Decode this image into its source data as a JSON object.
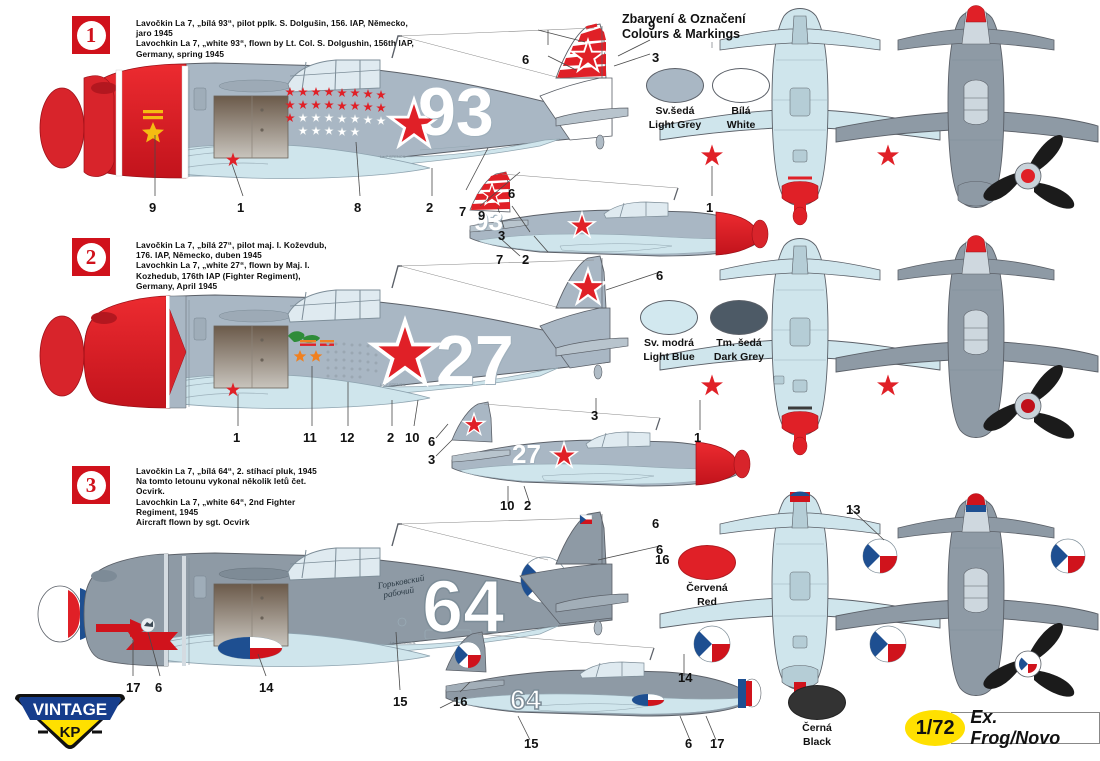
{
  "sheet": {
    "legend_header_cz": "Zbarvení & Označení",
    "legend_header_en": "Colours & Markings",
    "scale": "1/72",
    "origin": "Ex. Frog/Novo",
    "brand_top": "VINTAGE",
    "brand_bottom": "KP"
  },
  "variants": [
    {
      "index": "1",
      "caption_cz_1": "Lavočkin La 7, „bílá 93“, pilot pplk. S. Dolgušin, 156. IAP, Německo,",
      "caption_cz_2": "jaro 1945",
      "caption_en_1": "Lavochkin La 7, „white 93“, flown by Lt. Col. S. Dolgushin, 156th IAP,",
      "caption_en_2": "Germany, spring 1945",
      "aircraft_number": "93",
      "callouts": [
        "9",
        "1",
        "8",
        "2",
        "7",
        "9",
        "6",
        "3",
        "9",
        "7",
        "2",
        "3",
        "1"
      ]
    },
    {
      "index": "2",
      "caption_cz_1": "Lavočkin La 7, „bílá 27“, pilot maj. I. Koževdub,",
      "caption_cz_2": "176. IAP, Německo, duben 1945",
      "caption_en_1": "Lavochkin La 7, „white 27“, flown by Maj. I.",
      "caption_en_2": "Kozhedub, 176th IAP (Fighter Regiment),",
      "caption_en_3": "Germany, April 1945",
      "aircraft_number": "27",
      "callouts": [
        "1",
        "11",
        "12",
        "2",
        "10",
        "6",
        "3",
        "3",
        "6",
        "10",
        "2",
        "1"
      ]
    },
    {
      "index": "3",
      "caption_cz_1": "Lavočkin La 7, „bílá 64“, 2. stíhací pluk, 1945",
      "caption_cz_2": "Na tomto letounu vykonal několik letů čet.",
      "caption_cz_3": "Ocvirk.",
      "caption_en_1": "Lavochkin La 7, „white 64“, 2nd Fighter",
      "caption_en_2": "Regiment, 1945",
      "caption_en_3": "Aircraft flown by sgt. Ocvirk",
      "aircraft_number": "64",
      "nose_art": "Горьковский рабочий",
      "callouts": [
        "17",
        "6",
        "14",
        "15",
        "6",
        "16",
        "13",
        "14",
        "15",
        "16",
        "6",
        "17"
      ]
    }
  ],
  "colours": [
    {
      "id": "light-grey",
      "cz": "Sv.šedá",
      "en": "Light Grey",
      "hex": "#a9b7c4",
      "group": 1
    },
    {
      "id": "white",
      "cz": "Bílá",
      "en": "White",
      "hex": "#ffffff",
      "group": 1
    },
    {
      "id": "light-blue",
      "cz": "Sv. modrá",
      "en": "Light Blue",
      "hex": "#d2e8ef",
      "group": 2
    },
    {
      "id": "dark-grey",
      "cz": "Tm. šedá",
      "en": "Dark Grey",
      "hex": "#4d5a66",
      "group": 2
    },
    {
      "id": "red",
      "cz": "Červená",
      "en": "Red",
      "hex": "#e02027",
      "group": 3
    },
    {
      "id": "black",
      "cz": "Černá",
      "en": "Black",
      "hex": "#333333",
      "group": 3
    }
  ],
  "palette": {
    "light_grey": "#a9b7c4",
    "mid_grey": "#8e9aa5",
    "dark_grey": "#4d5a66",
    "light_blue": "#cfe5ec",
    "red": "#e02027",
    "dark_red": "#c0111b",
    "yellow": "#ffe000",
    "blue": "#1e4f91",
    "white": "#ffffff",
    "line": "#5b6068"
  }
}
